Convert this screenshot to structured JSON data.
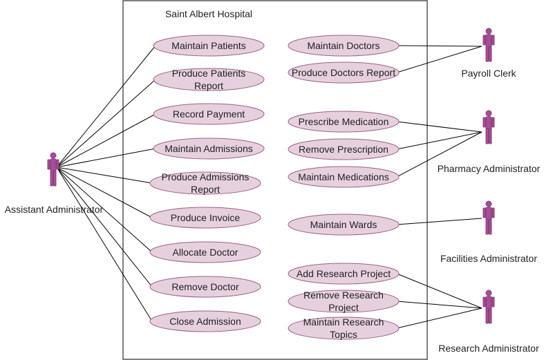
{
  "system": {
    "title": "Saint Albert Hospital"
  },
  "colors": {
    "usecase_fill": "#e6d0de",
    "usecase_stroke": "#996185",
    "actor_fill": "#a64d96",
    "actor_stroke": "#8a3f7c",
    "boundary": "#000000",
    "line": "#000000"
  },
  "actors": {
    "assistant_administrator": "Assistant Administrator",
    "payroll_clerk": "Payroll Clerk",
    "pharmacy_administrator": "Pharmacy Administrator",
    "facilities_administrator": "Facilities Administrator",
    "research_administrator": "Research Administrator"
  },
  "use_cases": {
    "maintain_patients": [
      "Maintain Patients"
    ],
    "produce_patients_report": [
      "Produce Patients",
      "Report"
    ],
    "record_payment": [
      "Record Payment"
    ],
    "maintain_admissions": [
      "Maintain Admissions"
    ],
    "produce_admissions_report": [
      "Produce Admissions",
      "Report"
    ],
    "produce_invoice": [
      "Produce Invoice"
    ],
    "allocate_doctor": [
      "Allocate Doctor"
    ],
    "remove_doctor": [
      "Remove Doctor"
    ],
    "close_admission": [
      "Close Admission"
    ],
    "maintain_doctors": [
      "Maintain Doctors"
    ],
    "produce_doctors_report": [
      "Produce Doctors Report"
    ],
    "prescribe_medication": [
      "Prescribe Medication"
    ],
    "remove_prescription": [
      "Remove Prescription"
    ],
    "maintain_medications": [
      "Maintain Medications"
    ],
    "maintain_wards": [
      "Maintain Wards"
    ],
    "add_research_project": [
      "Add Research Project"
    ],
    "remove_research_project": [
      "Remove Research",
      "Project"
    ],
    "maintain_research_topics": [
      "Maintain Research",
      "Topics"
    ]
  },
  "associations": [
    [
      "assistant_administrator",
      "maintain_patients"
    ],
    [
      "assistant_administrator",
      "produce_patients_report"
    ],
    [
      "assistant_administrator",
      "record_payment"
    ],
    [
      "assistant_administrator",
      "maintain_admissions"
    ],
    [
      "assistant_administrator",
      "produce_admissions_report"
    ],
    [
      "assistant_administrator",
      "produce_invoice"
    ],
    [
      "assistant_administrator",
      "allocate_doctor"
    ],
    [
      "assistant_administrator",
      "remove_doctor"
    ],
    [
      "assistant_administrator",
      "close_admission"
    ],
    [
      "payroll_clerk",
      "maintain_doctors"
    ],
    [
      "payroll_clerk",
      "produce_doctors_report"
    ],
    [
      "pharmacy_administrator",
      "prescribe_medication"
    ],
    [
      "pharmacy_administrator",
      "remove_prescription"
    ],
    [
      "pharmacy_administrator",
      "maintain_medications"
    ],
    [
      "facilities_administrator",
      "maintain_wards"
    ],
    [
      "research_administrator",
      "add_research_project"
    ],
    [
      "research_administrator",
      "remove_research_project"
    ],
    [
      "research_administrator",
      "maintain_research_topics"
    ]
  ]
}
